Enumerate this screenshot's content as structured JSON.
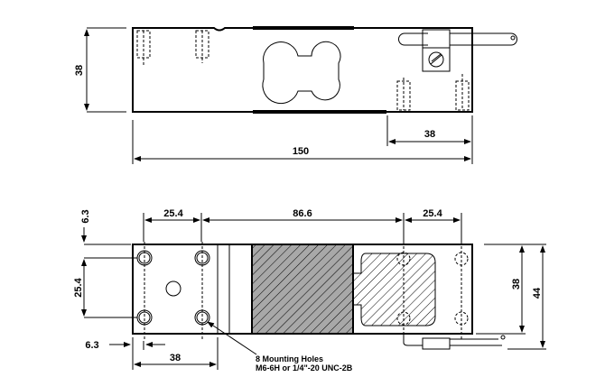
{
  "top_view": {
    "height_label": "38",
    "length_label": "150",
    "hole_spacing_label": "38"
  },
  "bottom_view": {
    "left_spacing_label": "25.4",
    "center_spacing_label": "86.6",
    "right_spacing_label": "25.4",
    "edge_offset_top_label": "6.3",
    "vertical_spacing_label": "25.4",
    "edge_offset_left_label": "6.3",
    "mount_width_label": "38",
    "body_height_label": "38",
    "total_height_label": "44",
    "note_line1": "8 Mounting Holes",
    "note_line2": "M6-6H or 1/4\"-20 UNC-2B"
  },
  "colors": {
    "hatch_fill": "#a8a8a8",
    "line": "#000000"
  }
}
